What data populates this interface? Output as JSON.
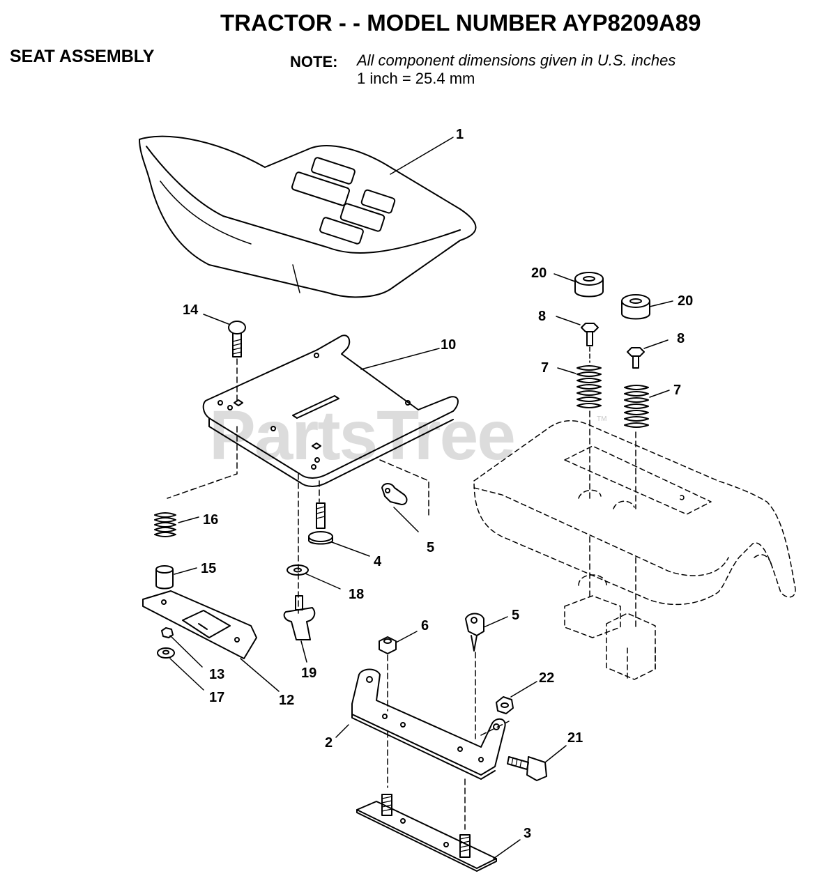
{
  "header": {
    "title": "TRACTOR - - MODEL NUMBER AYP8209A89",
    "section": "SEAT ASSEMBLY",
    "note_label": "NOTE:",
    "note_line1": "All component dimensions given in U.S. inches",
    "note_line2": "1 inch = 25.4 mm"
  },
  "watermark": {
    "text": "PartsTree",
    "tm": "TM"
  },
  "callouts": [
    {
      "id": "c1",
      "text": "1"
    },
    {
      "id": "c20a",
      "text": "20"
    },
    {
      "id": "c20b",
      "text": "20"
    },
    {
      "id": "c8a",
      "text": "8"
    },
    {
      "id": "c8b",
      "text": "8"
    },
    {
      "id": "c14",
      "text": "14"
    },
    {
      "id": "c10",
      "text": "10"
    },
    {
      "id": "c7a",
      "text": "7"
    },
    {
      "id": "c7b",
      "text": "7"
    },
    {
      "id": "c16",
      "text": "16"
    },
    {
      "id": "c4",
      "text": "4"
    },
    {
      "id": "c5a",
      "text": "5"
    },
    {
      "id": "c15",
      "text": "15"
    },
    {
      "id": "c18",
      "text": "18"
    },
    {
      "id": "c6",
      "text": "6"
    },
    {
      "id": "c5b",
      "text": "5"
    },
    {
      "id": "c19",
      "text": "19"
    },
    {
      "id": "c13",
      "text": "13"
    },
    {
      "id": "c17",
      "text": "17"
    },
    {
      "id": "c12",
      "text": "12"
    },
    {
      "id": "c22",
      "text": "22"
    },
    {
      "id": "c2",
      "text": "2"
    },
    {
      "id": "c21",
      "text": "21"
    },
    {
      "id": "c3",
      "text": "3"
    }
  ]
}
